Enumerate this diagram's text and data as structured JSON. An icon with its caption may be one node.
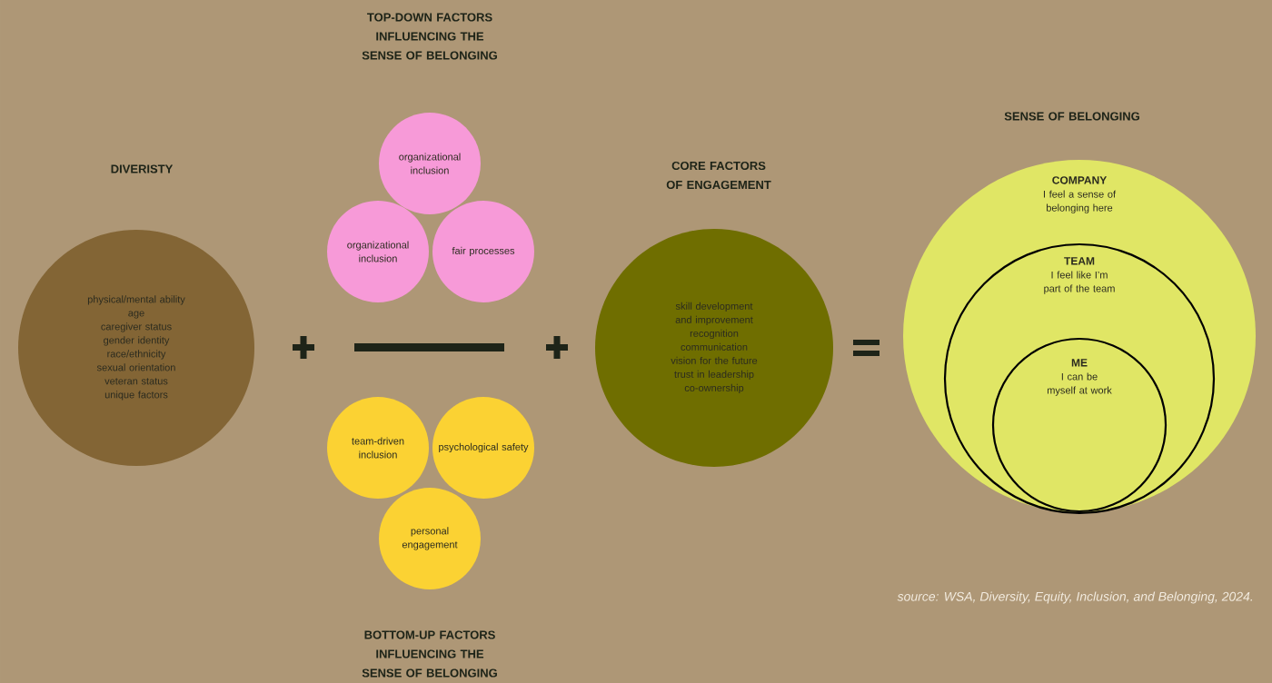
{
  "diagram": {
    "nodes": [
      {
        "text": [
          "physical/mental ability",
          "age",
          "caregiver status",
          "gender identity",
          "race/ethnicity",
          "sexual orientation",
          "veteran status",
          "unique factors"
        ]
      },
      {
        "text": [
          "organizational inclusion"
        ]
      },
      {
        "text": [
          "organizational inclusion"
        ]
      },
      {
        "text": [
          "fair processes"
        ]
      },
      {
        "text": [
          "team-driven inclusion"
        ]
      },
      {
        "text": [
          "psychological safety"
        ]
      },
      {
        "text": [
          "personal engagement"
        ]
      },
      {
        "text": [
          "skill development and improvement",
          "recognition",
          "communication",
          "vision for the future",
          "trust in leadership",
          "co-ownership"
        ]
      },
      {
        "text": [
          "COMPANY",
          "I feel a sense of belonging here"
        ]
      },
      {
        "text": [
          "TEAM",
          "I feel like I’m part of the team"
        ],
        "in": 8
      },
      {
        "text": [
          "ME",
          "I can be myself at work"
        ],
        "in": 9
      }
    ],
    "labels": [
      "TOP-DOWN FACTORS INFLUENCING THE SENSE OF BELONGING",
      "DIVERISTY",
      "SENSE OF BELONGING",
      "CORE FACTORS OF ENGAGEMENT",
      "BOTTOM-UP FACTORS INFLUENCING THE SENSE OF BELONGING"
    ],
    "caption": "source: WSA, Diversity, Equity, Inclusion, and Belonging, 2024."
  }
}
